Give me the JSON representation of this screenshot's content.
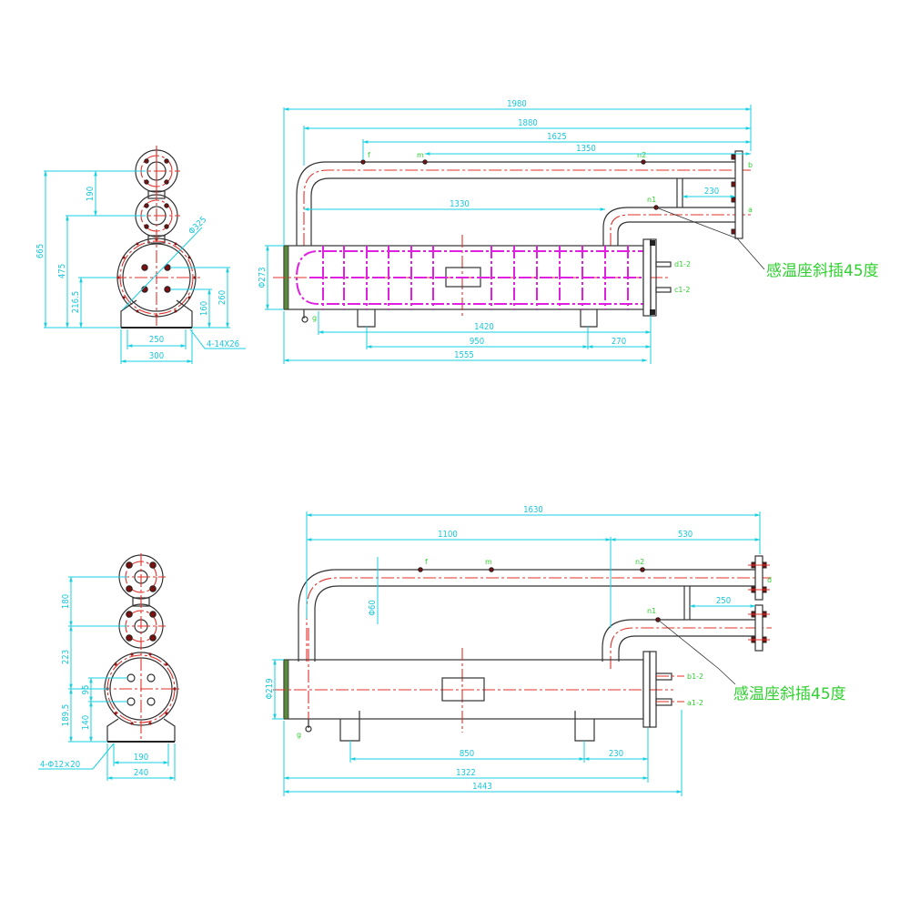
{
  "drawing": {
    "top_section": {
      "side_view": {
        "dims": {
          "overall_height": "665",
          "lower_to_mid": "475",
          "upper_pitch": "190",
          "center_height": "216.5",
          "upper_nozzle_height": "260",
          "lower_nozzle_height": "160",
          "shell_diameter": "Φ325",
          "foot_bolt_spacing": "250",
          "foot_width": "300",
          "foot_holes": "4-14X26"
        }
      },
      "front_view": {
        "dims": {
          "overall_length": "1980",
          "pipe_length": "1880",
          "f_to_flange": "1625",
          "m_to_flange": "1350",
          "return_bend_length": "1330",
          "branch_offset": "230",
          "shell_diameter": "Φ273",
          "tube_bundle_length": "1420",
          "saddle_spacing": "950",
          "saddle_to_flange": "270",
          "shell_length": "1555"
        },
        "labels": {
          "f": "f",
          "m": "m",
          "n2": "n2",
          "n1": "n1",
          "b": "b",
          "a": "a",
          "g": "g",
          "d": "d1-2",
          "c": "c1-2"
        },
        "note": "感温座斜插45度"
      }
    },
    "bottom_section": {
      "side_view": {
        "dims": {
          "upper_pitch": "180",
          "mid_height": "223",
          "nozzle_spacing": "95",
          "center_height": "189.5",
          "lower_height": "140",
          "foot_bolt_spacing": "190",
          "foot_width": "240",
          "foot_holes": "4-Φ12×20"
        }
      },
      "front_view": {
        "dims": {
          "overall_length": "1630",
          "m_to_branch": "1100",
          "branch_to_flange": "530",
          "pipe_diameter": "Φ60",
          "branch_offset": "250",
          "shell_diameter": "Φ219",
          "saddle_spacing": "850",
          "saddle_to_flange": "230",
          "shell_length": "1322",
          "overall_shell_length": "1443"
        },
        "labels": {
          "f": "f",
          "m": "m",
          "n2": "n2",
          "n1": "n1",
          "d": "d",
          "g": "g",
          "b": "b1-2",
          "a": "a1-2"
        },
        "note": "感温座斜插45度"
      }
    }
  }
}
